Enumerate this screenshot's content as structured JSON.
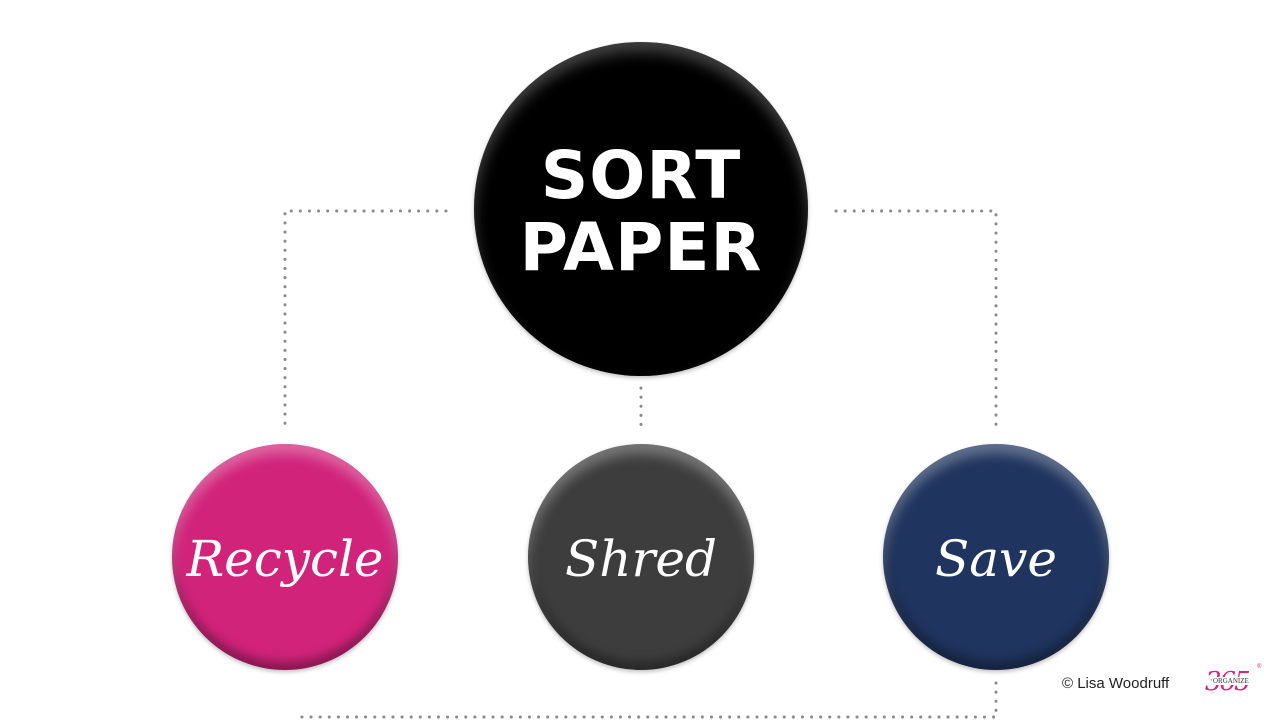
{
  "diagram": {
    "root": {
      "label": "SORT\nPAPER",
      "color": "#000000"
    },
    "children": [
      {
        "id": "recycle",
        "label": "Recycle",
        "color": "#d1237a"
      },
      {
        "id": "shred",
        "label": "Shred",
        "color": "#3d3d3d"
      },
      {
        "id": "save",
        "label": "Save",
        "color": "#1f345e"
      }
    ],
    "connector_style": "dotted"
  },
  "footer": {
    "credit": "© Lisa Woodruff"
  },
  "logo": {
    "number": "365",
    "word": "ORGANIZE",
    "registered": "®",
    "color": "#d6287a"
  }
}
